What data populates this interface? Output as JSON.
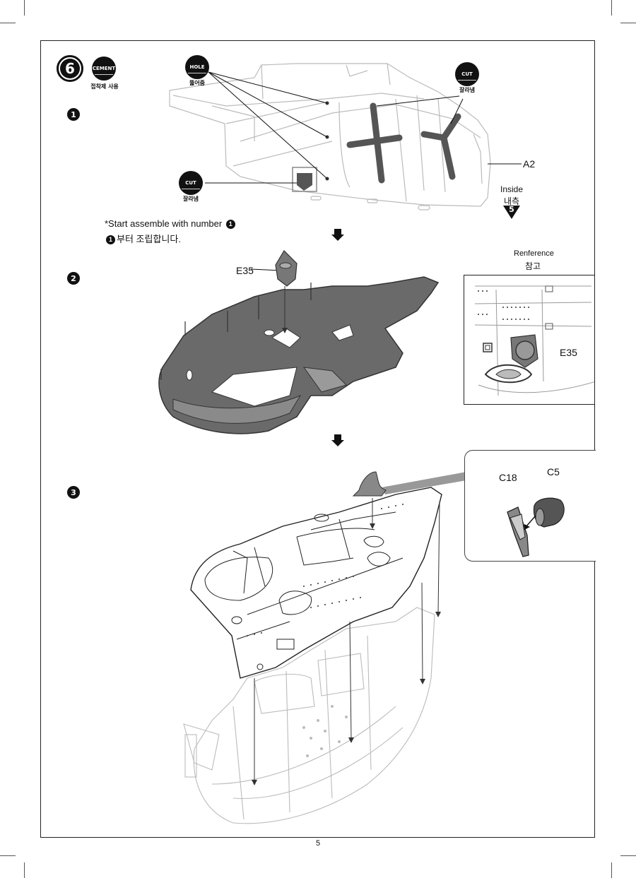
{
  "step": {
    "number": "6"
  },
  "cement": {
    "label": "CEMENT",
    "kr": "접착제 사용"
  },
  "hole": {
    "label": "HOLE",
    "kr": "뚫어줌"
  },
  "cut_top": {
    "label": "CUT",
    "kr": "잘라냄"
  },
  "cut_left": {
    "label": "CUT",
    "kr": "잘라냄"
  },
  "substeps": {
    "one": "1",
    "two": "2",
    "three": "3"
  },
  "parts": {
    "a2": "A2",
    "e35": "E35",
    "e35_ref": "E35",
    "c18": "C18",
    "c5": "C5"
  },
  "inside": {
    "en": "Inside",
    "kr": "내측",
    "ref_step": "5"
  },
  "note": {
    "en_prefix": "*Start assemble with number",
    "num": "1",
    "kr_suffix": "부터 조립합니다."
  },
  "reference": {
    "en": "Renference",
    "kr": "참고"
  },
  "page_number": "5"
}
